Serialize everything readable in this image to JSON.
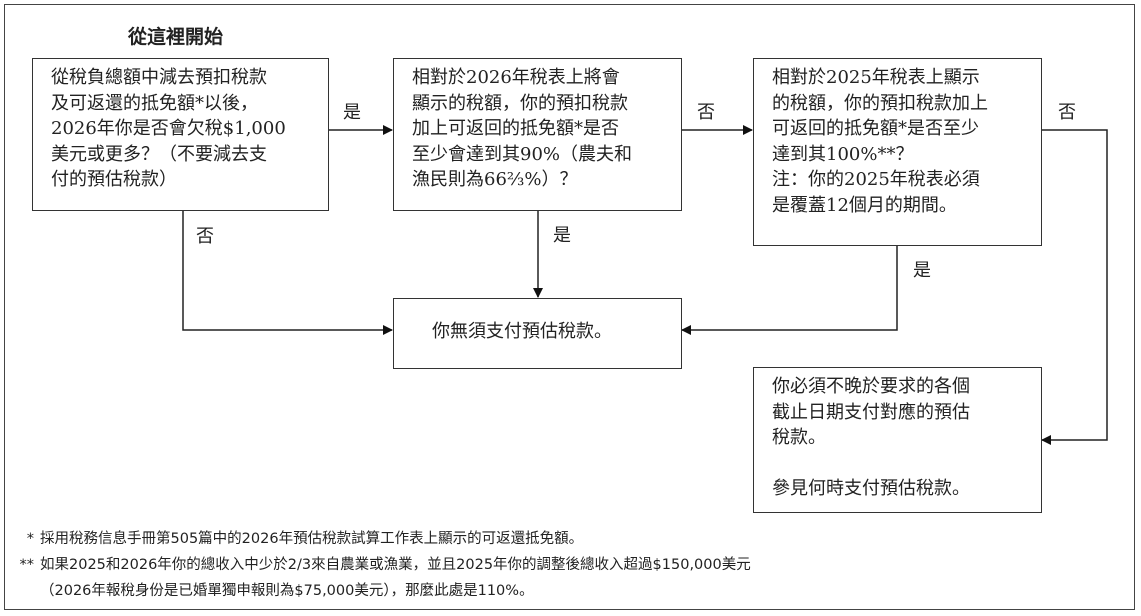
{
  "title": "從這裡開始",
  "boxes": {
    "q1": "從稅負總額中減去預扣稅款\n及可返還的抵免額*以後，\n2026年你是否會欠稅$1,000\n美元或更多？（不要減去支\n付的預估稅款）",
    "q2": "相對於2026年稅表上將會\n顯示的稅額，你的預扣稅款\n加上可返回的抵免額*是否\n至少會達到其90%（農夫和\n漁民則為66⅔%）？",
    "q3": "相對於2025年稅表上顯示\n的稅額，你的預扣稅款加上\n可返回的抵免額*是否至少\n達到其100%**？\n注：你的2025年稅表必須\n是覆蓋12個月的期間。",
    "no_payment": "你無須支付預估稅款。",
    "must_pay": "你必須不晚於要求的各個\n截止日期支付對應的預估\n稅款。\n\n參見何時支付預估稅款。"
  },
  "labels": {
    "q1_yes": "是",
    "q1_no": "否",
    "q2_no": "否",
    "q2_yes": "是",
    "q3_no": "否",
    "q3_yes": "是"
  },
  "footnotes": [
    {
      "mark": "*",
      "text": "採用稅務信息手冊第505篇中的2026年預估稅款試算工作表上顯示的可返還抵免額。"
    },
    {
      "mark": "**",
      "text": "如果2025和2026年你的總收入中少於2/3來自農業或漁業，並且2025年你的調整後總收入超過$150,000美元"
    },
    {
      "mark": "",
      "text": "（2026年報稅身份是已婚單獨申報則為$75,000美元），那麼此處是110%。"
    }
  ]
}
